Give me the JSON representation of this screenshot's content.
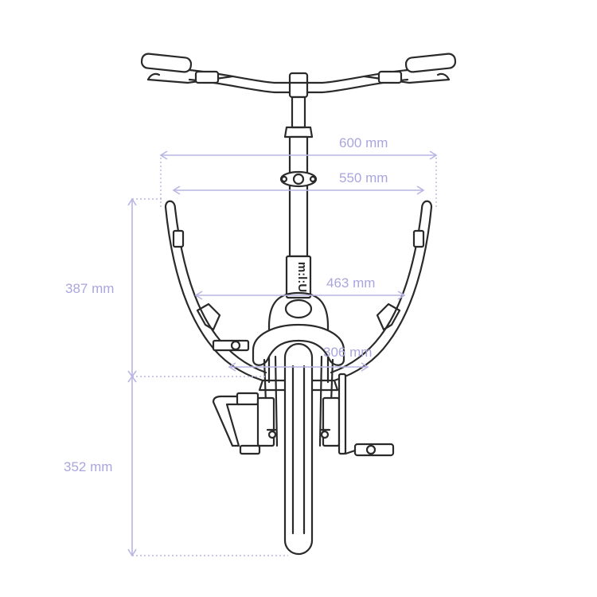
{
  "dimensions": {
    "width_600": "600 mm",
    "width_550": "550 mm",
    "width_463": "463 mm",
    "width_306": "306 mm",
    "height_387": "387 mm",
    "height_352": "352 mm"
  },
  "colors": {
    "dimension": "#b9b6e4",
    "label": "#aaa6dd",
    "drawing": "#2a2a2a"
  }
}
